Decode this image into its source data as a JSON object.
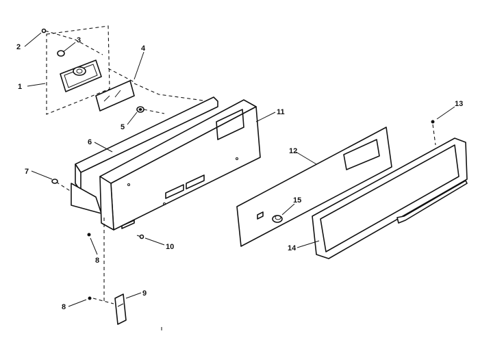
{
  "callouts": [
    {
      "id": "c1",
      "text": "1"
    },
    {
      "id": "c2",
      "text": "2"
    },
    {
      "id": "c3",
      "text": "3"
    },
    {
      "id": "c4",
      "text": "4"
    },
    {
      "id": "c5",
      "text": "5"
    },
    {
      "id": "c6",
      "text": "6"
    },
    {
      "id": "c7",
      "text": "7"
    },
    {
      "id": "c8a",
      "text": "8"
    },
    {
      "id": "c8b",
      "text": "8"
    },
    {
      "id": "c9",
      "text": "9"
    },
    {
      "id": "c10",
      "text": "10"
    },
    {
      "id": "c11",
      "text": "11"
    },
    {
      "id": "c12",
      "text": "12"
    },
    {
      "id": "c13",
      "text": "13"
    },
    {
      "id": "c14",
      "text": "14"
    },
    {
      "id": "c15",
      "text": "15"
    }
  ]
}
